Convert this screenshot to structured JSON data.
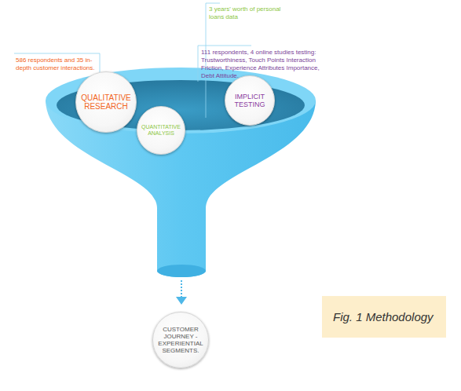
{
  "diagram": {
    "caption": "Fig. 1 Methodology",
    "nodes": [
      {
        "text": [
          "QUALITATIVE RESEARCH"
        ]
      },
      {
        "text": [
          "IMPLICIT TESTING"
        ]
      },
      {
        "text": [
          "QUANTITATIVE ANALYSIS"
        ]
      },
      {
        "text": [
          "CUSTOMER JOURNEY - EXPERIENTIAL SEGMENTS."
        ]
      }
    ],
    "labels": [
      "586 respondents and 35 in-depth customer interactions.",
      "3 years' worth of personal loans data",
      "111 respondents, 4 online studies testing: Trustworthiness, Touch Points Interaction Friction, Experience Attributes Importance, Debt Attitude."
    ]
  }
}
